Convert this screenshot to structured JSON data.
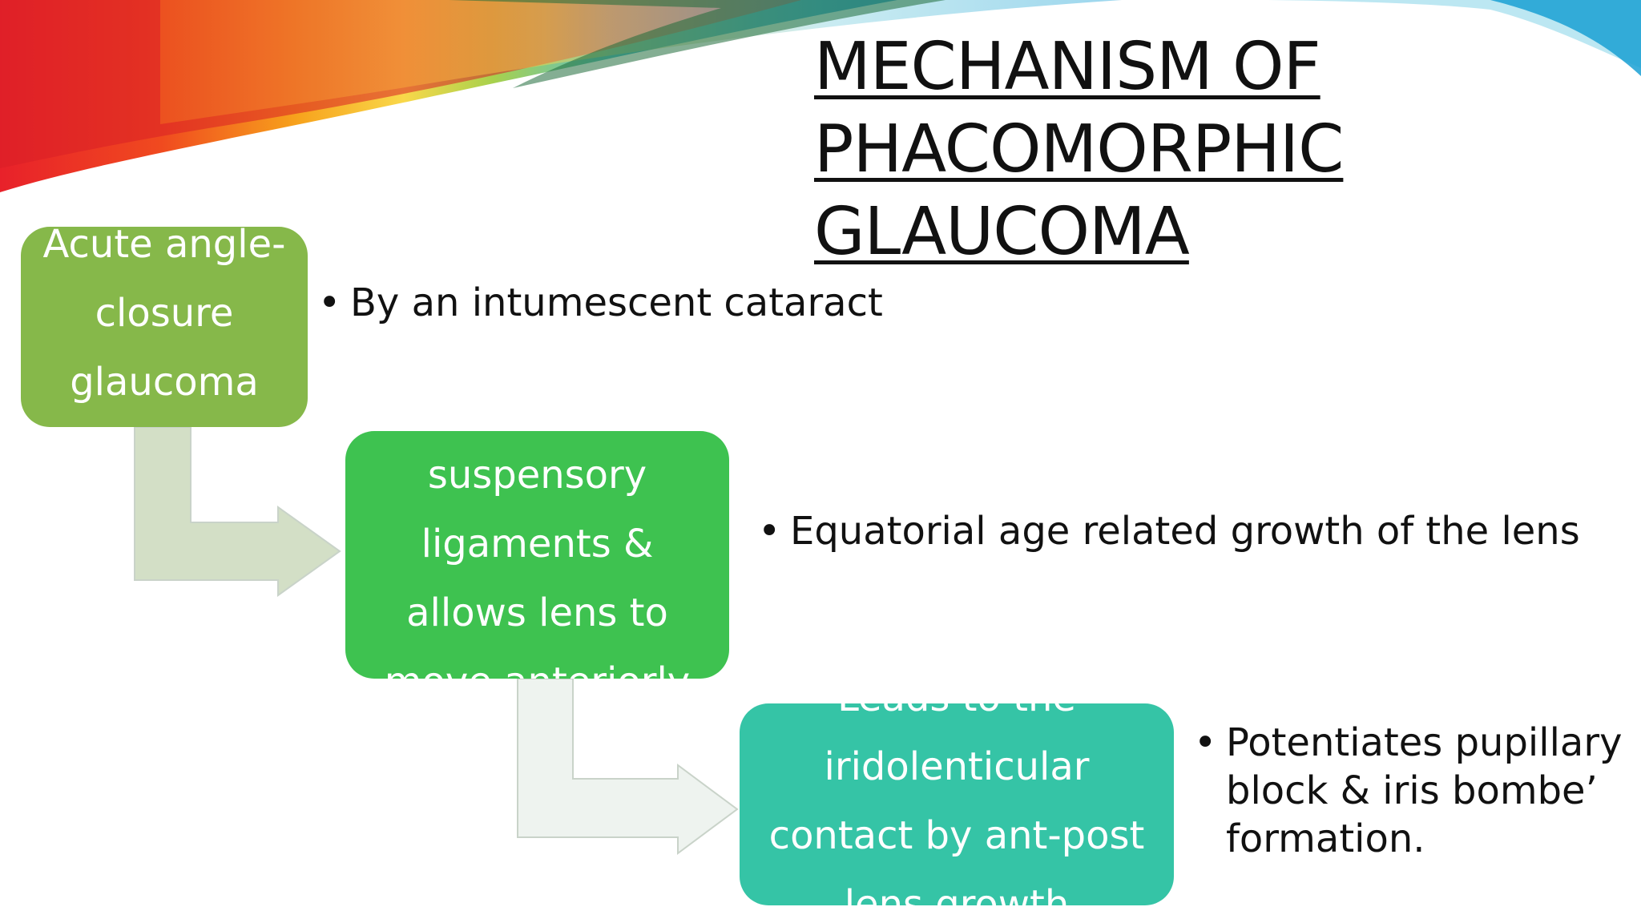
{
  "title": {
    "lines": [
      "MECHANISM OF",
      "PHACOMORPHIC",
      "GLAUCOMA"
    ]
  },
  "flow": {
    "box1": {
      "text": "Acute angle-closure glaucoma",
      "color": "#86b84a"
    },
    "box2": {
      "text": "suspensory ligaments & allows lens to move anteriorly",
      "color": "#3ec250"
    },
    "box3": {
      "text": "Leads to the iridolenticular contact by ant-post lens growth",
      "color": "#35c4a6"
    }
  },
  "bullets": [
    "By an intumescent cataract",
    "Equatorial age related growth of the lens",
    "Potentiates pupillary block & iris bombe’ formation."
  ],
  "bullet_symbol": "•",
  "colors": {
    "arrow1": "#d3dfc6",
    "arrow2": "#eef3ef",
    "arrow_stroke": "#c9d3c9"
  }
}
